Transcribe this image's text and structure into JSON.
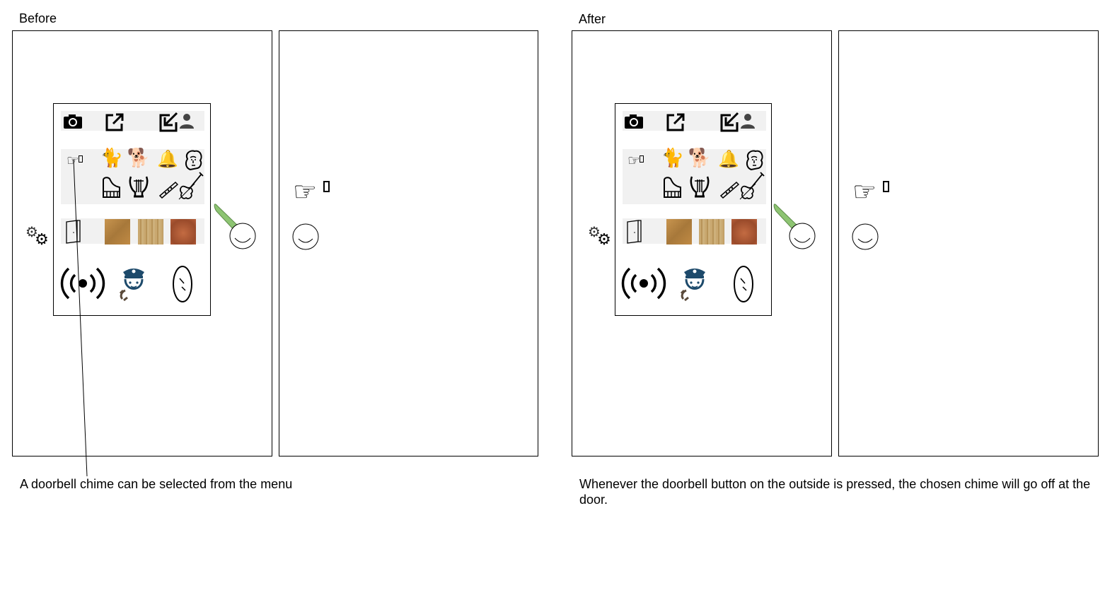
{
  "before": {
    "heading": "Before",
    "caption": "A doorbell chime can be selected from the menu"
  },
  "after": {
    "heading": "After",
    "caption": "Whenever the doorbell button on the outside is pressed, the chosen chime will go off at the door."
  },
  "icons": {
    "top_row": [
      "camera-icon",
      "share-icon",
      "sign-in-icon",
      "user-icon"
    ],
    "chime_row_1": [
      "doorbell-chime-icon",
      "cat-icon",
      "dog-icon",
      "bells-icon",
      "beethoven-icon"
    ],
    "chime_row_2": [
      "piano-icon",
      "lyre-icon",
      "flute-icon",
      "violin-icon"
    ],
    "door_row": [
      "door-icon",
      "wood-swatch-oak",
      "wood-swatch-pine",
      "wood-swatch-cherry"
    ],
    "bottom_row": [
      "broadcast-icon",
      "police-call-icon",
      "peephole-icon"
    ],
    "outside": [
      "doorbell-chime-icon",
      "doorbell-button"
    ],
    "inside": [
      "settings-gears-icon",
      "door-handle"
    ]
  },
  "colors": {
    "handle": "#8dc472",
    "row_bg": "#f1f1f1",
    "police_blue": "#1d4a6b",
    "oak": "#b98745",
    "pine": "#c2a26c",
    "cherry": "#a65a35"
  }
}
